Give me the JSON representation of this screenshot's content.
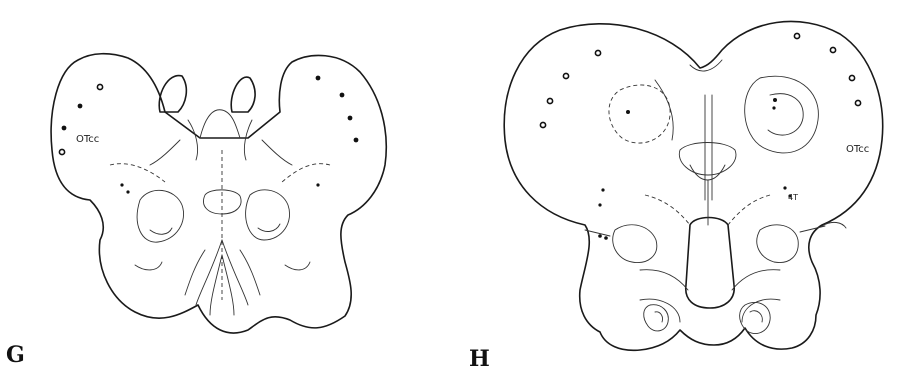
{
  "panels": [
    {
      "letter": "G",
      "region_label": "OTcc"
    },
    {
      "letter": "H",
      "region_label": "OTcc",
      "small_label": "4T"
    }
  ]
}
